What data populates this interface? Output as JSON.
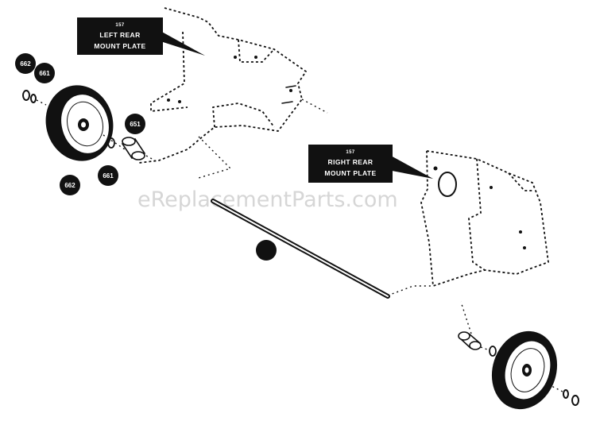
{
  "callouts": {
    "left_plate": {
      "number": "157",
      "line1": "LEFT REAR",
      "line2": "MOUNT PLATE"
    },
    "right_plate": {
      "number": "157",
      "line1": "RIGHT REAR",
      "line2": "MOUNT PLATE"
    }
  },
  "parts": {
    "p662_top": "662",
    "p661_top": "661",
    "p651_mid": "651",
    "p661_bottom": "661",
    "p662_bottom": "662",
    "axle_marker": ""
  },
  "watermark": "eReplacementParts.com"
}
